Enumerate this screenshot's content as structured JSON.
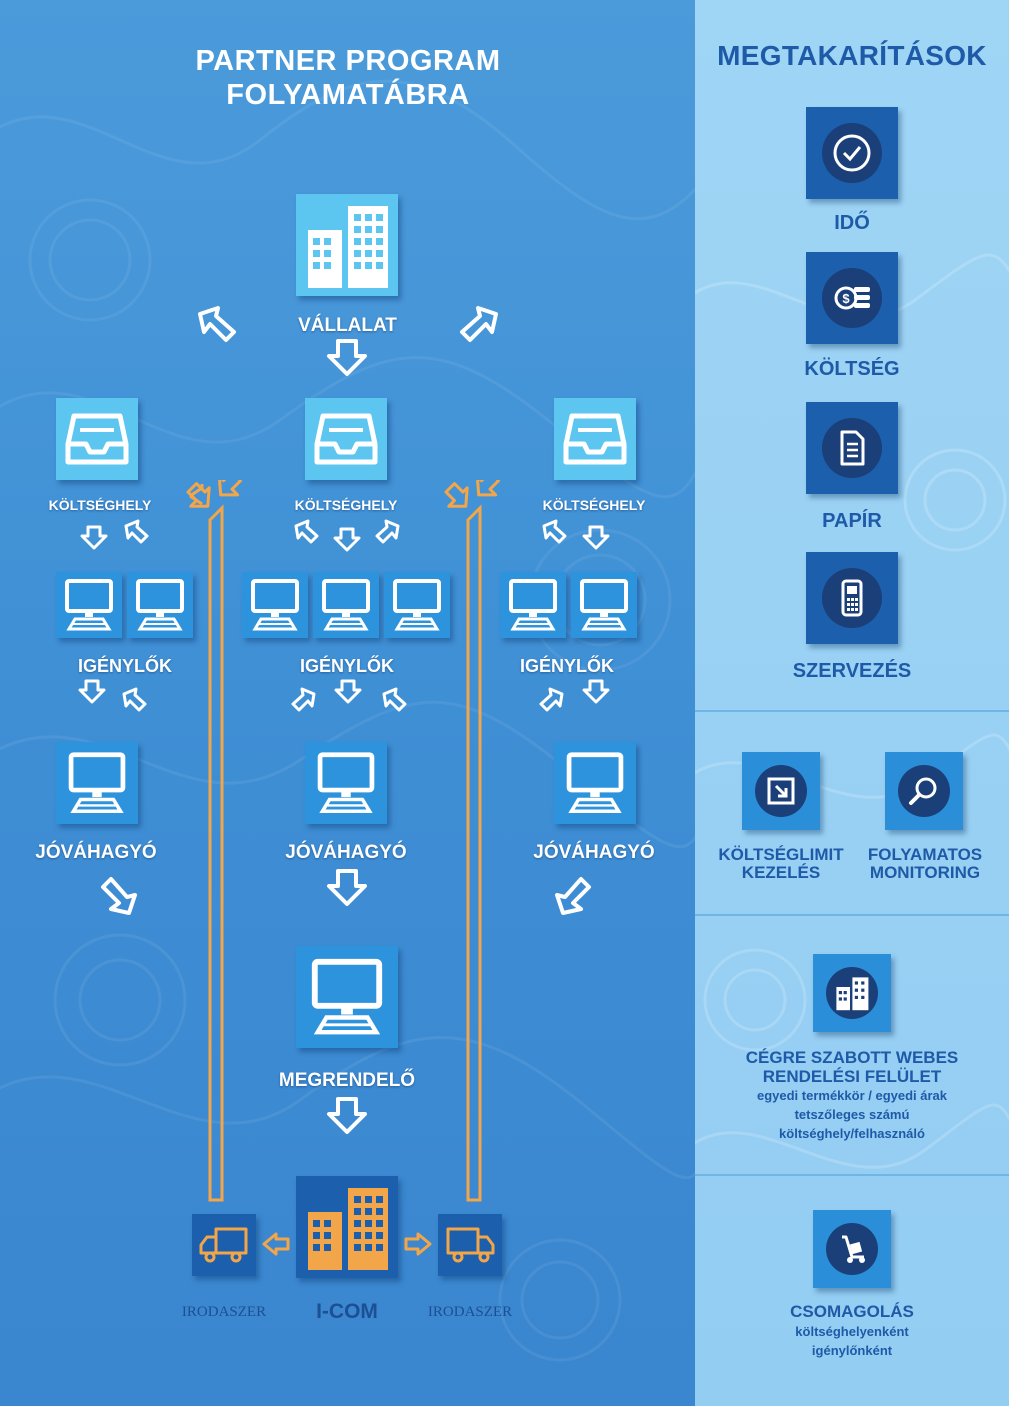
{
  "title_line1": "PARTNER PROGRAM",
  "title_line2": "FOLYAMATÁBRA",
  "vallalat": "VÁLLALAT",
  "koltseghely": "KÖLTSÉGHELY",
  "igenylok": "IGÉNYLŐK",
  "jovahagyo": "JÓVÁHAGYÓ",
  "megrendelo": "MEGRENDELŐ",
  "irodaszer": "IRODASZER",
  "icom": "I-COM",
  "right": {
    "title": "MEGTAKARÍTÁSOK",
    "ido": "IDŐ",
    "koltseg": "KÖLTSÉG",
    "papir": "PAPÍR",
    "szervezes": "SZERVEZÉS",
    "koltseglimit_1": "KÖLTSÉGLIMIT",
    "koltseglimit_2": "KEZELÉS",
    "monitoring_1": "FOLYAMATOS",
    "monitoring_2": "MONITORING",
    "webes_1": "CÉGRE SZABOTT WEBES",
    "webes_2": "RENDELÉSI FELÜLET",
    "webes_sub_1": "egyedi termékkör / egyedi árak",
    "webes_sub_2": "tetszőleges számú",
    "webes_sub_3": "költséghely/felhasználó",
    "csomag_1": "CSOMAGOLÁS",
    "csomag_sub_1": "költséghelyenként",
    "csomag_sub_2": "igénylőnként"
  },
  "colors": {
    "left_bg": "#3f8fd5",
    "right_bg": "#9fd5f5",
    "tile": "#2d93dd",
    "tile_light": "#5cc6f0",
    "dark_tile": "#1c5fac",
    "accent_orange": "#f3a54a",
    "title_dark_blue": "#1f5aa8"
  }
}
